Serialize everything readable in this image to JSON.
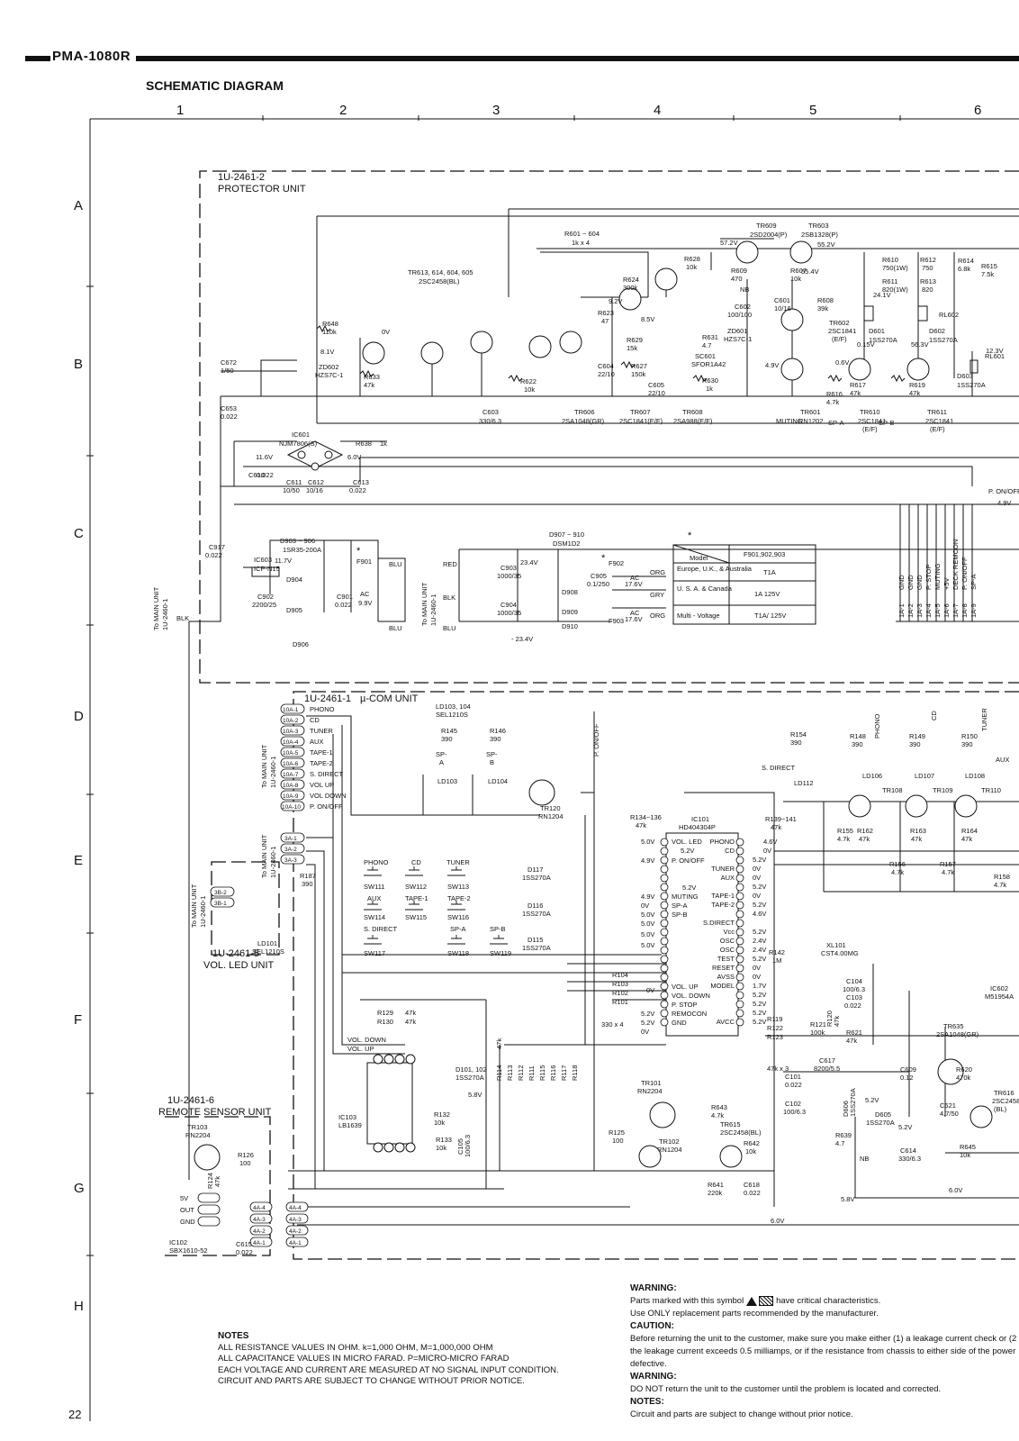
{
  "header": {
    "model": "PMA-1080R",
    "title": "SCHEMATIC DIAGRAM",
    "page_number": "22"
  },
  "grid": {
    "columns": [
      "1",
      "2",
      "3",
      "4",
      "5",
      "6"
    ],
    "rows": [
      "A",
      "B",
      "C",
      "D",
      "E",
      "F",
      "G",
      "H"
    ]
  },
  "units": {
    "protector": {
      "id": "1U-2461-2",
      "name": "PROTECTOR UNIT"
    },
    "ucom": {
      "id": "1U-2461-1",
      "name": "µ-COM UNIT"
    },
    "vol_led": {
      "id": "1U-2461-5",
      "name": "VOL. LED UNIT"
    },
    "remote": {
      "id": "1U-2461-6",
      "name": "REMOTE SENSOR UNIT"
    }
  },
  "to_main_unit": {
    "label": "To MAIN UNIT",
    "unit": "1U-2460-1",
    "short": "To MAIN UNIT 1U-2460-1"
  },
  "protector_parts": {
    "r601_604": [
      "R601 ~ 604",
      "1k x 4"
    ],
    "tr613_group": [
      "TR613, 614, 604, 605",
      "2SC2458(BL)"
    ],
    "tr609": [
      "TR609",
      "2SD2004(P)"
    ],
    "tr603": [
      "TR603",
      "2SB1328(P)"
    ],
    "tr606": [
      "TR606",
      "2SA1048(GR)"
    ],
    "tr607": [
      "TR607",
      "2SC1841(E/F)"
    ],
    "tr608": [
      "TR608",
      "2SA988(E/F)"
    ],
    "tr601": [
      "TR601",
      "RN1202"
    ],
    "tr610": [
      "TR610",
      "2SC1841",
      "(E/F)"
    ],
    "tr611": [
      "TR611",
      "2SC1841",
      "(E/F)"
    ],
    "tr602": [
      "TR602",
      "2SC1841",
      "(E/F)"
    ],
    "ic601": [
      "IC601",
      "NJM7806(S)"
    ],
    "d903_906": [
      "D903 ~ 906",
      "1SR35-200A"
    ],
    "d907_910": [
      "D907 ~ 910",
      "DSM1D2"
    ],
    "ic603": [
      "IC603",
      "ICP-N15"
    ],
    "zd602": [
      "ZD602",
      "HZS7C-1"
    ],
    "zd601": [
      "ZD601",
      "HZS7C-1"
    ],
    "sc601": [
      "SC601",
      "SFOR1A42"
    ],
    "misc": [
      "R648",
      "110k",
      "R633",
      "47k",
      "C672",
      "1/50",
      "C653",
      "0.022",
      "C603",
      "330/6.3",
      "R622",
      "10k",
      "R629",
      "15k",
      "R627",
      "150k",
      "C604",
      "22/10",
      "R623",
      "47",
      "R624",
      "300k",
      "R628",
      "10k",
      "R609",
      "470",
      "R607",
      "10k",
      "C601",
      "10/16",
      "C602",
      "100/100",
      "R608",
      "39k",
      "R631",
      "4.7",
      "R630",
      "1k",
      "C605",
      "22/10",
      "R610",
      "750(1W)",
      "R611",
      "820(1W)",
      "R612",
      "750",
      "R613",
      "820",
      "R614",
      "6.8k",
      "R615",
      "7.5k",
      "R616",
      "4.7k",
      "R617",
      "47k",
      "R619",
      "47k",
      "R638",
      "1k",
      "C611",
      "10/50",
      "C612",
      "10/16",
      "C613",
      "0.022",
      "C610",
      "0.022",
      "C917",
      "0.022",
      "C902",
      "2200/25",
      "C901",
      "0.022",
      "C903",
      "1000/35",
      "C904",
      "1000/35",
      "C905",
      "0.1/250",
      "F901",
      "F902",
      "F903",
      "RL601",
      "RL602",
      "D601",
      "1SS270A",
      "D602",
      "1SS270A",
      "D603",
      "1SS270A",
      "D904",
      "D905",
      "D906",
      "D908",
      "D909",
      "D910",
      "NB",
      "MUTING",
      "SP-A",
      "SP-B"
    ],
    "voltages": [
      "0V",
      "8.1V",
      "9.2V",
      "8.5V",
      "57.2V",
      "55.2V",
      "55.4V",
      "24.1V",
      "0.15V",
      "56.3V",
      "0.6V",
      "4.9V",
      "12.3V",
      "11.6V",
      "6.0V",
      "11.7V",
      "9.9V",
      "23.4V",
      "- 23.4V",
      "17.6V",
      "17.6V",
      "4.9V"
    ],
    "wires": [
      "BLK",
      "BLU",
      "BLU",
      "RED",
      "BLK",
      "BLU",
      "ORG",
      "GRY",
      "ORG",
      "AC",
      "AC",
      "AC",
      "P. ON/OFF",
      "*",
      "*",
      "*"
    ]
  },
  "fuse_table": {
    "headers": [
      "Model",
      "F901,902,903"
    ],
    "rows": [
      [
        "Europe, U.K., & Australia",
        "T1A"
      ],
      [
        "U. S. A. & Canada",
        "1A 125V"
      ],
      [
        "Multi - Voltage",
        "T1A/ 125V"
      ]
    ]
  },
  "connector_right": [
    "GND",
    "GND",
    "GND",
    "P. STOP",
    "MUTING",
    "+5V",
    "DECK REMCON",
    "P. ON/OFF",
    "SP-A"
  ],
  "connector_right_pins": [
    "1A-1",
    "1A-2",
    "1A-3",
    "1A-4",
    "1A-5",
    "1A-6",
    "1A-7",
    "1A-8",
    "1A-9"
  ],
  "ucom_parts": {
    "ld103_104": [
      "LD103, 104",
      "SEL1210S"
    ],
    "r145": [
      "R145",
      "390"
    ],
    "r146": [
      "R146",
      "390"
    ],
    "spa": [
      "SP-",
      "A",
      "LD103"
    ],
    "spb": [
      "SP-",
      "B",
      "LD104"
    ],
    "tr120": [
      "TR120",
      "RN1204"
    ],
    "ic101": [
      "IC101",
      "HD404304P"
    ],
    "r134_136": [
      "R134~136",
      "47k"
    ],
    "r139_141": [
      "R139~141",
      "47k"
    ],
    "xl101": [
      "XL101",
      "CST4.00MG"
    ],
    "ic602": [
      "IC602",
      "M51954A"
    ],
    "tr635": [
      "TR635",
      "2SA1048(GR)"
    ],
    "tr616": [
      "TR616",
      "2SC2458",
      "(BL)"
    ],
    "tr101": [
      "TR101",
      "RN2204"
    ],
    "tr102": [
      "TR102",
      "RN1204"
    ],
    "tr615": [
      "TR615",
      "2SC2458(BL)"
    ],
    "ic103": [
      "IC103",
      "LB1639"
    ],
    "d101_102": [
      "D101, 102",
      "1SS270A"
    ],
    "d115_117": [
      "D117",
      "1SS270A",
      "D116",
      "1SS270A",
      "D115",
      "1SS270A"
    ],
    "tr108": [
      "TR108",
      "TR109",
      "TR110"
    ],
    "misc": [
      "R154",
      "390",
      "S. DIRECT",
      "LD112",
      "PHONO",
      "CD",
      "TUNER",
      "AUX",
      "R148",
      "390",
      "R149",
      "390",
      "R150",
      "390",
      "LD106",
      "LD107",
      "LD108",
      "R155",
      "4.7k",
      "R162",
      "47k",
      "R163",
      "47k",
      "R164",
      "47k",
      "R156",
      "4.7k",
      "R157",
      "4.7k",
      "R158",
      "4.7k",
      "R187",
      "390",
      "R129",
      "47k",
      "R130",
      "47k",
      "R104",
      "R103",
      "R102",
      "R101",
      "330 x 4",
      "R114",
      "R113",
      "R112",
      "R111",
      "R115",
      "R116",
      "R117",
      "R118",
      "47k",
      "R132",
      "10k",
      "R133",
      "10k",
      "C105",
      "100/6.3",
      "R125",
      "100",
      "R643",
      "4.7k",
      "R642",
      "10k",
      "R641",
      "220k",
      "C618",
      "0.022",
      "C101",
      "0.022",
      "C102",
      "100/6.3",
      "C617",
      "8200/5.5",
      "D606",
      "1SS270A",
      "D605",
      "1SS270A",
      "R639",
      "4.7",
      "C614",
      "330/6.3",
      "R645",
      "10k",
      "R621",
      "47k",
      "C609",
      "0.12",
      "R620",
      "470k",
      "C621",
      "4.7/50",
      "C104",
      "100/6.3",
      "C103",
      "0.022",
      "R120",
      "47k",
      "R121",
      "100k",
      "R119",
      "R122",
      "R123",
      "R142",
      "1M",
      "47k x 3",
      "NB"
    ],
    "voltages": [
      "5.0V",
      "5.2V",
      "4.9V",
      "5.2V",
      "4.9V",
      "0V",
      "5.0V",
      "5.0V",
      "5.0V",
      "5.0V",
      "0V",
      "5.2V",
      "5.2V",
      "0V",
      "4.6V",
      "0V",
      "5.2V",
      "0V",
      "0V",
      "5.2V",
      "0V",
      "5.2V",
      "4.6V",
      "5.2V",
      "2.4V",
      "2.4V",
      "5.2V",
      "0V",
      "0V",
      "1.7V",
      "5.2V",
      "5.2V",
      "5.2V",
      "5.2V",
      "5.8V",
      "5.2V",
      "5.2V",
      "5.8V",
      "6.0V",
      "6.0V"
    ]
  },
  "ic101_pins_left": [
    "VOL. LED",
    "P. ON/OFF",
    "",
    "",
    "MUTING",
    "SP-A",
    "SP-B",
    "",
    "",
    "",
    "",
    "",
    "",
    "",
    "",
    "",
    "VOL. UP",
    "VOL. DOWN",
    "P. STOP",
    "REMOCON",
    "GND"
  ],
  "ic101_pins_right": [
    "PHONO",
    "CD",
    "",
    "TUNER",
    "AUX",
    "",
    "TAPE-1",
    "TAPE-2",
    "",
    "S.DIRECT",
    "Vcc",
    "OSC",
    "OSC",
    "TEST",
    "RESET",
    "AVSS",
    "MODEL",
    "",
    "",
    "",
    "AVCC"
  ],
  "ucom_connector": [
    "PHONO",
    "CD",
    "TUNER",
    "AUX",
    "TAPE-1",
    "TAPE-2",
    "S. DIRECT",
    "VOL UP",
    "VOL DOWN",
    "P. ON/OFF"
  ],
  "ucom_connector_pins": [
    "10A-1",
    "10A-2",
    "10A-3",
    "10A-4",
    "10A-5",
    "10A-6",
    "10A-7",
    "10A-8",
    "10A-9",
    "10A-10"
  ],
  "conn_3a": [
    "3A-1",
    "3A-2",
    "3A-3"
  ],
  "conn_3b": [
    "3B-2",
    "3B-1"
  ],
  "conn_4a": [
    "4A-4",
    "4A-3",
    "4A-2",
    "4A-1"
  ],
  "switches": [
    "PHONO",
    "CD",
    "TUNER",
    "SW111",
    "SW112",
    "SW113",
    "AUX",
    "TAPE-1",
    "TAPE-2",
    "SW114",
    "SW115",
    "SW116",
    "S. DIRECT",
    "SP-A",
    "SP-B",
    "SW117",
    "SW118",
    "SW119"
  ],
  "vol_led_parts": [
    "LD101",
    "SEL1210S"
  ],
  "remote_parts": {
    "tr103": [
      "TR103",
      "RN2204"
    ],
    "r126": [
      "R126",
      "100"
    ],
    "r124": [
      "R124",
      "47k"
    ],
    "ic102": [
      "IC102",
      "SBX1610-52"
    ],
    "c615": [
      "C615",
      "0.022"
    ],
    "pins": [
      "5V",
      "OUT",
      "GND"
    ]
  },
  "vol_wires": [
    "VOL. DOWN",
    "VOL. UP"
  ],
  "notes": {
    "heading": "NOTES",
    "lines": [
      "ALL RESISTANCE VALUES IN OHM. k=1,000 OHM, M=1,000,000 OHM",
      "ALL CAPACITANCE VALUES IN MICRO FARAD. P=MICRO-MICRO FARAD",
      "EACH VOLTAGE AND CURRENT ARE MEASURED AT NO SIGNAL INPUT CONDITION.",
      "CIRCUIT AND PARTS ARE SUBJECT TO CHANGE WITHOUT PRIOR NOTICE."
    ]
  },
  "warnings": {
    "w1_heading": "WARNING:",
    "w1_a": "Parts marked with this symbol",
    "w1_b": "have critical characteristics.",
    "w1_c": "Use ONLY replacement parts recommended by the manufacturer.",
    "c_heading": "CAUTION:",
    "c_1": "Before returning the unit to the customer, make sure you make either (1) a leakage current check or (2",
    "c_2": "the leakage current exceeds 0.5 milliamps, or if the resistance from chassis to either side of the power",
    "c_3": "defective.",
    "w2_heading": "WARNING:",
    "w2_a": "DO NOT return the unit to the customer until the problem is located and corrected.",
    "n_heading": "NOTES:",
    "n_a": "Circuit and parts are subject to change without prior notice."
  },
  "colors": {
    "ink": "#111111",
    "paper": "#ffffff"
  }
}
